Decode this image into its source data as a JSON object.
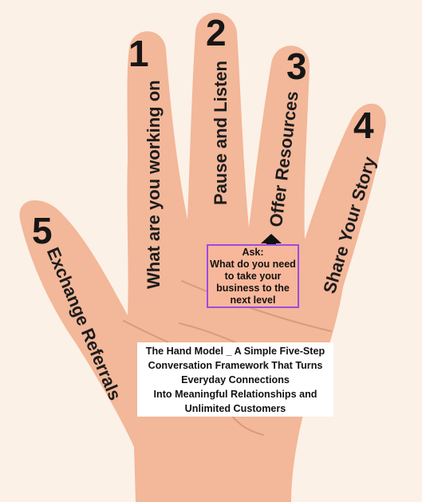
{
  "colors": {
    "background": "#fbf1e7",
    "skin": "#f3b799",
    "lines": "#d99a7e",
    "box_border": "#9b4be3"
  },
  "fingers": [
    {
      "number": "1",
      "label": "What are you working on"
    },
    {
      "number": "2",
      "label": "Pause and Listen"
    },
    {
      "number": "3",
      "label": "Offer Resources"
    },
    {
      "number": "4",
      "label": "Share Your Story"
    },
    {
      "number": "5",
      "label": "Exchange Referrals"
    }
  ],
  "ask": {
    "title": "Ask:",
    "lines": [
      "What do you need",
      "to take your",
      "business to the",
      "next level"
    ]
  },
  "caption": {
    "lines": [
      "The Hand Model _ A Simple Five-Step",
      "Conversation Framework That Turns",
      "Everyday Connections",
      "Into Meaningful Relationships and",
      "Unlimited Customers"
    ]
  }
}
